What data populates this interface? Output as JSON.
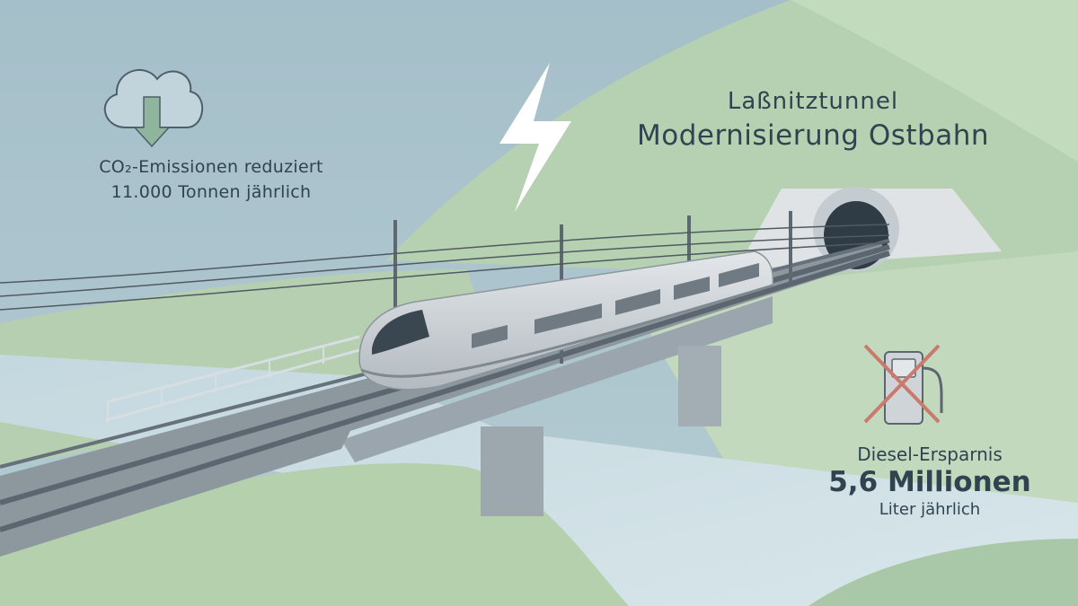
{
  "headline": {
    "line1": "Laßnitztunnel",
    "line2": "Modernisierung Ostbahn"
  },
  "emissions": {
    "line1": "CO₂-Emissionen reduziert",
    "line2": "11.000 Tonnen jährlich",
    "icon": "cloud-download-arrow-icon"
  },
  "diesel": {
    "line1": "Diesel-Ersparnis",
    "line2": "5,6 Millionen",
    "line3": "Liter jährlich",
    "icon": "fuel-pump-crossed-icon"
  },
  "colors": {
    "sky": "#a9c2cc",
    "hill": "#b9d4b2",
    "text": "#2f4350",
    "cross": "#c97a6c",
    "bolt": "#ffffff"
  }
}
